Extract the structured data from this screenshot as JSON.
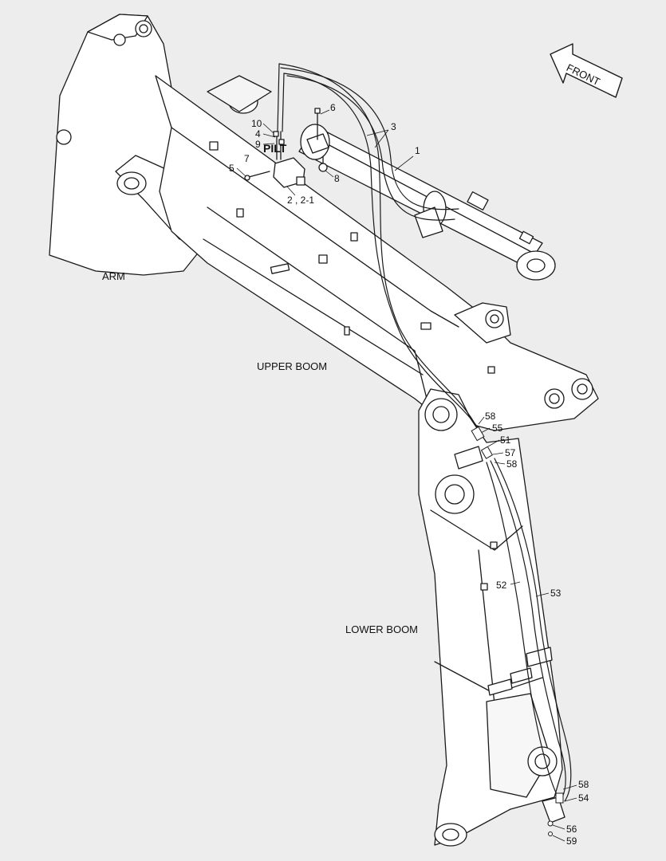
{
  "labels": {
    "arm": "ARM",
    "upper_boom": "UPPER BOOM",
    "lower_boom": "LOWER BOOM",
    "front": "FRONT",
    "pilt": "PILT"
  },
  "parts": {
    "p1": "1",
    "p2": "2 , 2-1",
    "p3": "3",
    "p4": "4",
    "p5": "5",
    "p6": "6",
    "p7": "7",
    "p8": "8",
    "p9": "9",
    "p10": "10",
    "p51": "51",
    "p52": "52",
    "p53": "53",
    "p54": "54",
    "p55": "55",
    "p56": "56",
    "p57": "57",
    "p58a": "58",
    "p58b": "58",
    "p58c": "58",
    "p59": "59"
  },
  "colors": {
    "background": "#ededed",
    "line": "#1a1a1a",
    "fill": "#ffffff"
  }
}
